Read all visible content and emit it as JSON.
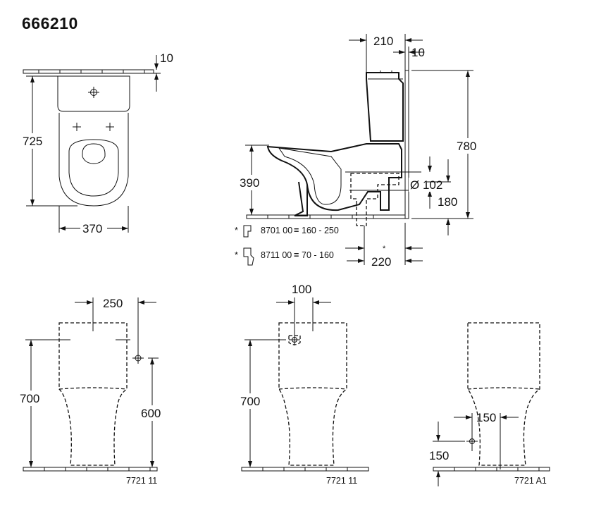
{
  "title": "666210",
  "dimensions": {
    "top_view": {
      "depth": "725",
      "width": "370",
      "wall_gap": "10"
    },
    "side_view": {
      "tank_offset": "210",
      "wall_gap": "10",
      "height": "780",
      "seat_height": "390",
      "outlet_diameter": "Ø 102",
      "outlet_height": "180",
      "outlet_length": "220",
      "star": "*"
    },
    "connector_notes": [
      {
        "star": "*",
        "code": "8701 00",
        "eq": "=",
        "range": "160 - 250"
      },
      {
        "star": "*",
        "code": "8711 00",
        "eq": "=",
        "range": "70 - 160"
      }
    ],
    "front_view_1": {
      "spacing": "250",
      "height": "700",
      "inlet_height": "600",
      "label": "7721 11"
    },
    "front_view_2": {
      "offset": "100",
      "height": "700",
      "label": "7721 11"
    },
    "front_view_3": {
      "offset": "150",
      "inlet_height": "150",
      "label": "7721 A1"
    }
  }
}
